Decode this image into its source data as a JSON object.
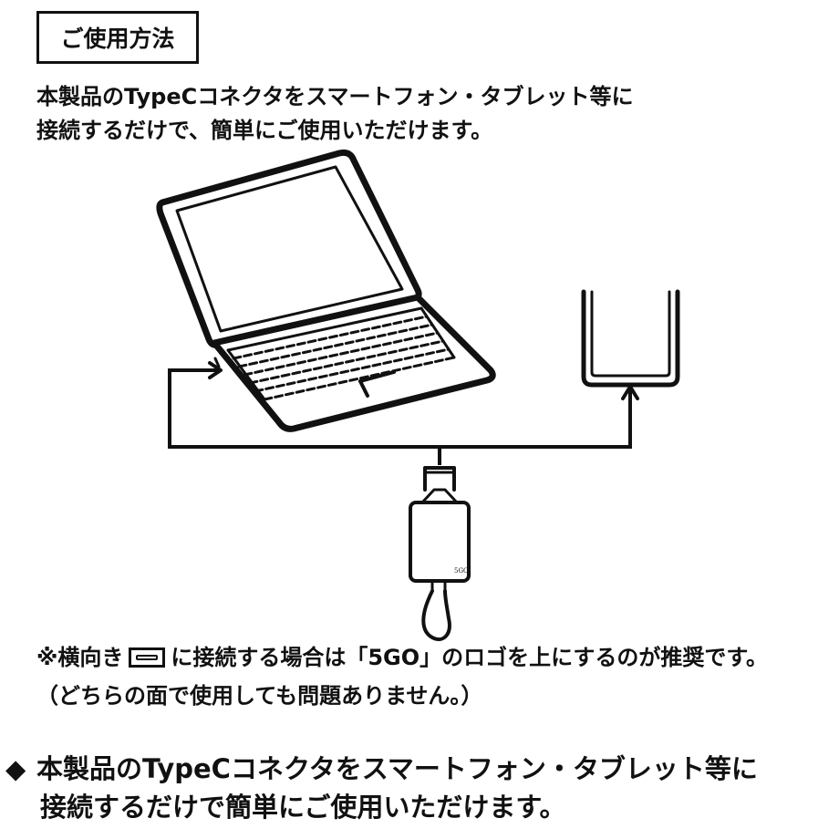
{
  "section_title": "ご使用方法",
  "intro": {
    "line1": "本製品のTypeCコネクタをスマートフォン・タブレット等に",
    "line2": "接続するだけで、簡単にご使用いただけます。"
  },
  "device": {
    "logo_text": "5GO"
  },
  "note": {
    "prefix": "※横向き",
    "port_icon": "horizontal-port-icon",
    "rest": "に接続する場合は「5GO」のロゴを上にするのが推奨です。",
    "line2": "（どちらの面で使用しても問題ありません。）"
  },
  "footer": {
    "diamond": "◆",
    "line1": "本製品のTypeCコネクタをスマートフォン・タブレット等に",
    "line2": "接続するだけで簡単にご使用いただけます。"
  }
}
